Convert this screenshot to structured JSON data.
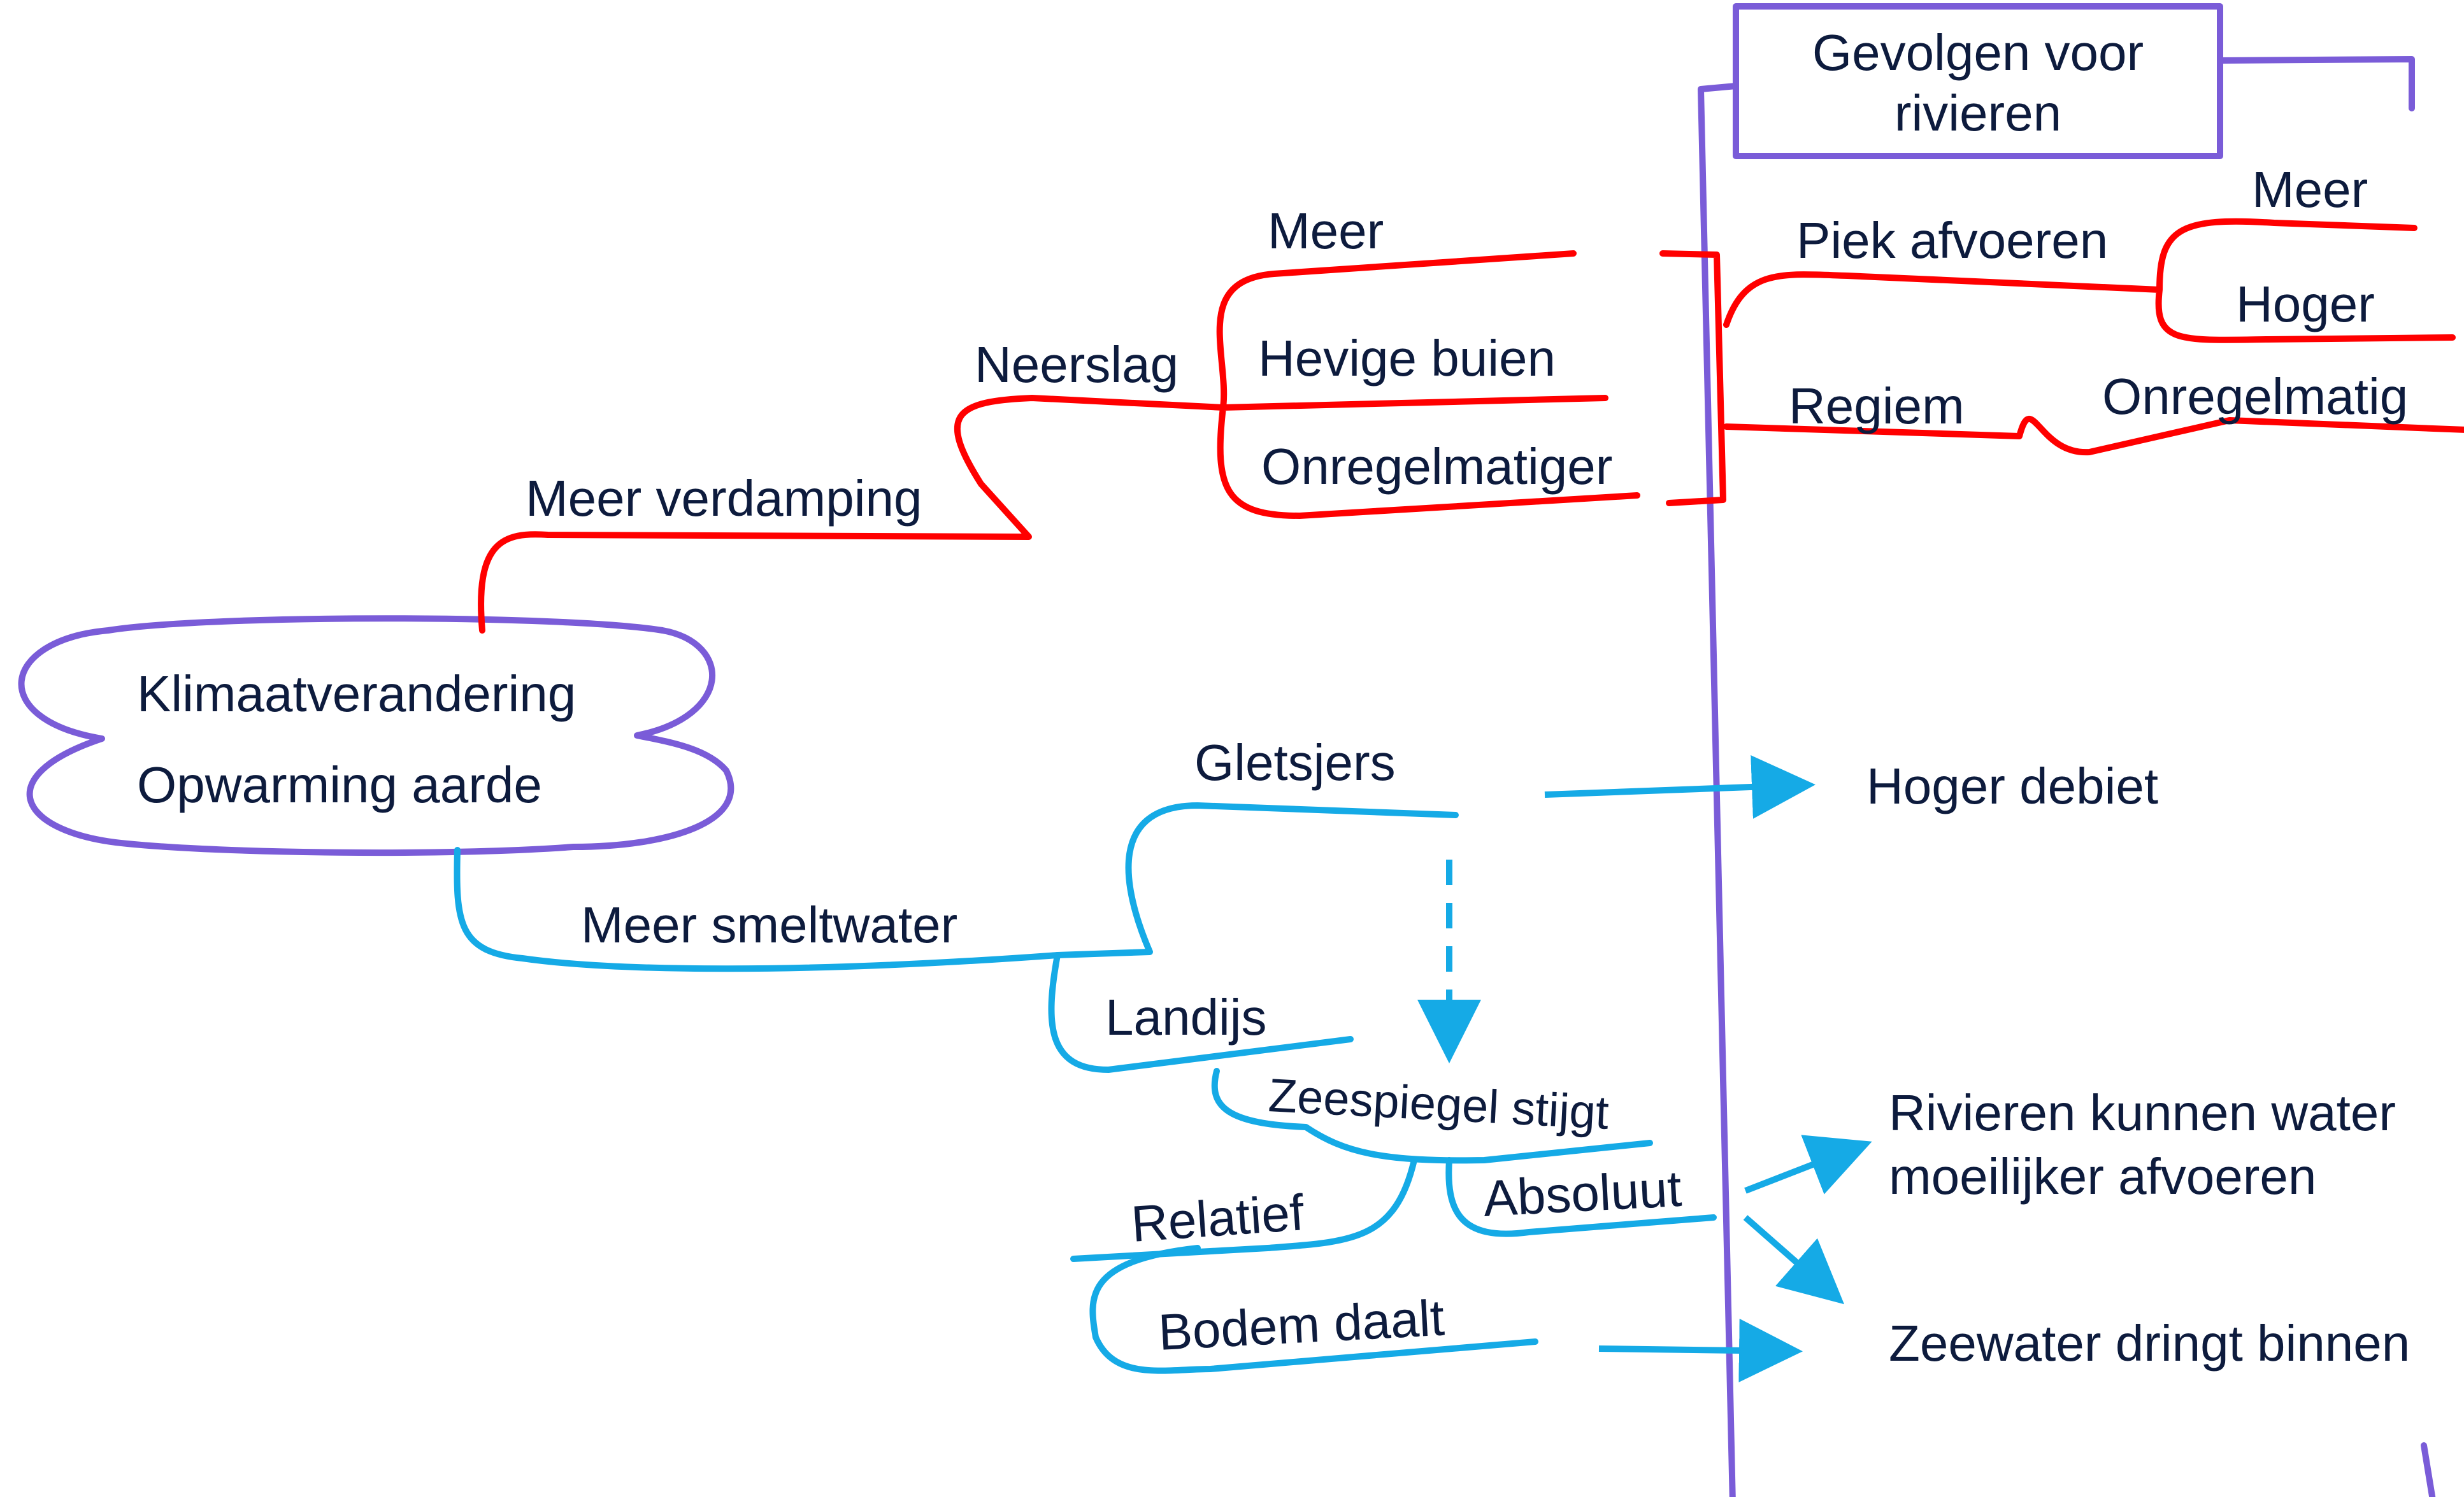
{
  "center": {
    "line1": "Klimaatverandering",
    "line2": "Opwarming aarde"
  },
  "box_title": {
    "line1": "Gevolgen voor",
    "line2": "rivieren"
  },
  "red_branch": {
    "meer_verdamping": "Meer verdamping",
    "neerslag": "Neerslag",
    "meer": "Meer",
    "hevige_buien": "Hevige buien",
    "onregelmatiger": "Onregelmatiger",
    "piek_afvoeren": "Piek afvoeren",
    "piek_meer": "Meer",
    "piek_hoger": "Hoger",
    "regiem": "Regiem",
    "onregelmatig": "Onregelmatig"
  },
  "blue_branch": {
    "meer_smeltwater": "Meer smeltwater",
    "gletsjers": "Gletsjers",
    "landijs": "Landijs",
    "zeespiegel_stijgt": "Zeespiegel stijgt",
    "absoluut": "Absoluut",
    "relatief": "Relatief",
    "bodem_daalt": "Bodem daalt"
  },
  "outcomes": {
    "hoger_debiet": "Hoger debiet",
    "rivieren_line1": "Rivieren kunnen water",
    "rivieren_line2": "moeilijker afvoeren",
    "zeewater": "Zeewater dringt binnen"
  },
  "colors": {
    "red": "#ff0000",
    "blue": "#15aae6",
    "purple": "#7a5cd8",
    "text": "#0d1b3d"
  }
}
